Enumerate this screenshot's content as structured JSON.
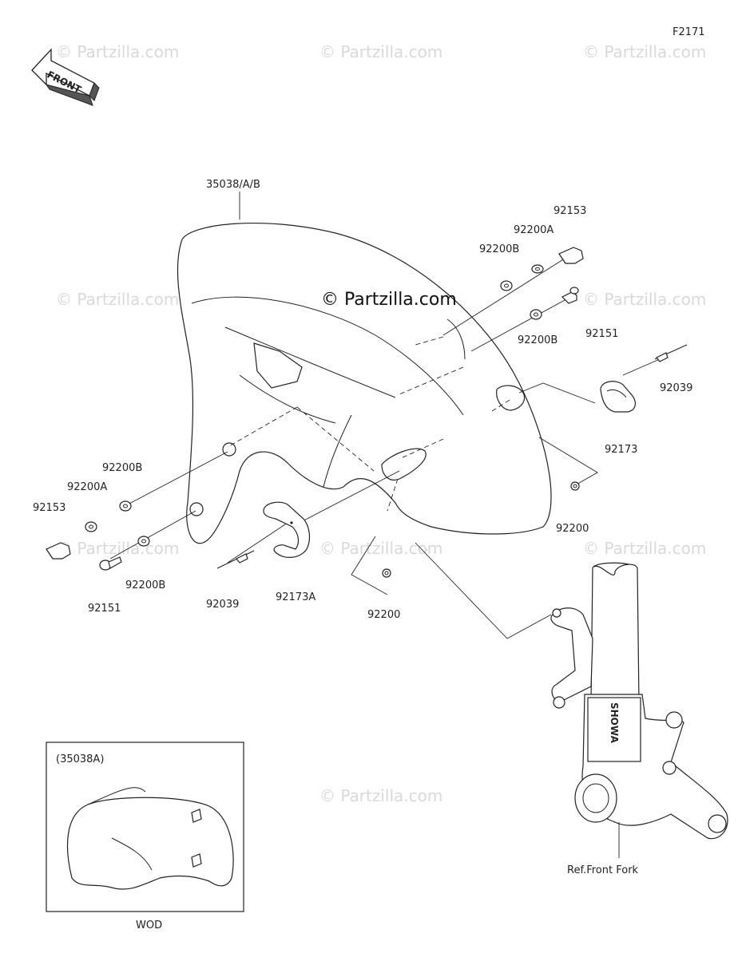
{
  "figure_code": "F2171",
  "front_label": "FRONT",
  "center_watermark": "© Partzilla.com",
  "watermark_text": "© Partzilla.com",
  "inset_title": "(35038A)",
  "inset_caption": "WOD",
  "fork_label": "Ref.Front Fork",
  "fork_brand": "SHOWA",
  "labels": [
    {
      "id": "35038-a-b",
      "text": "35038/A/B"
    },
    {
      "id": "92153-right",
      "text": "92153"
    },
    {
      "id": "92200a-right",
      "text": "92200A"
    },
    {
      "id": "92200b-right-top",
      "text": "92200B"
    },
    {
      "id": "92151-right",
      "text": "92151"
    },
    {
      "id": "92200b-right-bottom",
      "text": "92200B"
    },
    {
      "id": "92039-right",
      "text": "92039"
    },
    {
      "id": "92173",
      "text": "92173"
    },
    {
      "id": "92200-right",
      "text": "92200"
    },
    {
      "id": "92200b-left-top",
      "text": "92200B"
    },
    {
      "id": "92200a-left",
      "text": "92200A"
    },
    {
      "id": "92153-left",
      "text": "92153"
    },
    {
      "id": "92200b-left-bottom",
      "text": "92200B"
    },
    {
      "id": "92151-left",
      "text": "92151"
    },
    {
      "id": "92039-left",
      "text": "92039"
    },
    {
      "id": "92173a",
      "text": "92173A"
    },
    {
      "id": "92200-center",
      "text": "92200"
    }
  ]
}
